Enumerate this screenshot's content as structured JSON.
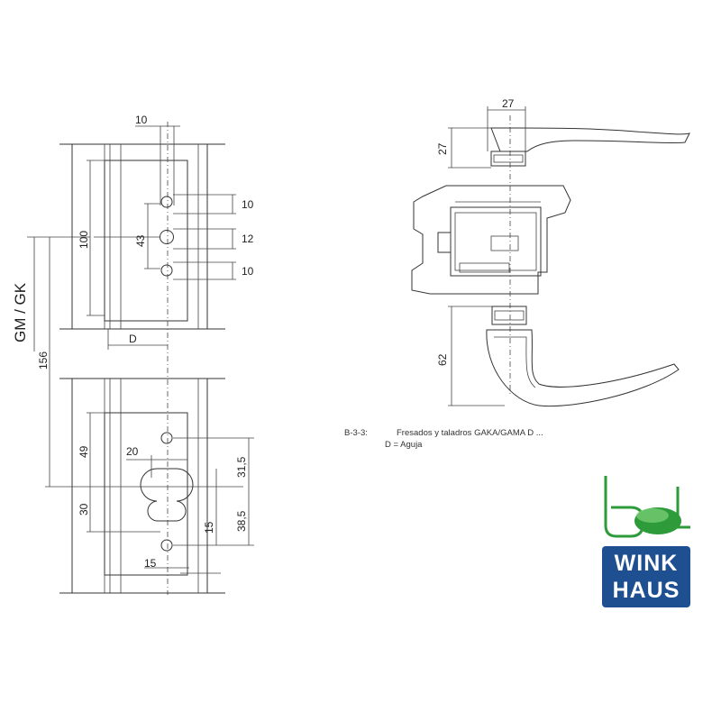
{
  "dimensions": {
    "top_width": "10",
    "spacing_1": "10",
    "spacing_2": "12",
    "spacing_3": "10",
    "height_100": "100",
    "height_43": "43",
    "series_label": "GM / GK",
    "d_label": "D",
    "height_156": "156",
    "height_49": "49",
    "height_30": "30",
    "width_20": "20",
    "dim_31_5": "31,5",
    "dim_38_5": "38,5",
    "dim_15_v": "15",
    "dim_15_h": "15",
    "handle_width": "27",
    "handle_height_top": "27",
    "handle_height_bottom": "62"
  },
  "caption": {
    "code": "B-3-3:",
    "line1": "Fresados y taladros  GAKA/GAMA D ...",
    "line2": "D = Aguja"
  },
  "brand": {
    "logo_top": "bal",
    "logo_line1": "WINK",
    "logo_line2": "HAUS",
    "green": "#2e9b3a",
    "blue": "#1d4f91"
  }
}
